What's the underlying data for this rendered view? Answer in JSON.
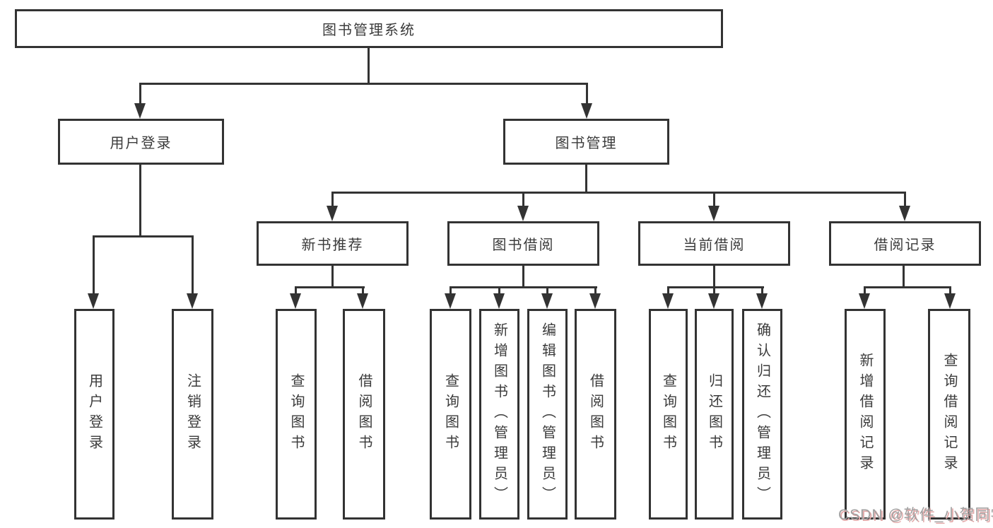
{
  "tree": {
    "root": "图书管理系统",
    "branches": [
      {
        "label": "用户登录",
        "leaves": [
          "用户登录",
          "注销登录"
        ]
      },
      {
        "label": "图书管理",
        "children": [
          {
            "label": "新书推荐",
            "leaves": [
              "查询图书",
              "借阅图书"
            ]
          },
          {
            "label": "图书借阅",
            "leaves": [
              "查询图书",
              "新增图书（管理员）",
              "编辑图书（管理员）",
              "借阅图书"
            ]
          },
          {
            "label": "当前借阅",
            "leaves": [
              "查询图书",
              "归还图书",
              "确认归还（管理员）"
            ]
          },
          {
            "label": "借阅记录",
            "leaves": [
              "新增借阅记录",
              "查询借阅记录"
            ]
          }
        ]
      }
    ]
  },
  "watermark": {
    "text": "CSDN @软件_小贺同学"
  },
  "colors": {
    "line": "#333333",
    "text": "#3b3b3b",
    "background": "#ffffff",
    "watermark_gray": "#a0a0a0",
    "watermark_red": "#e2a8a8"
  }
}
